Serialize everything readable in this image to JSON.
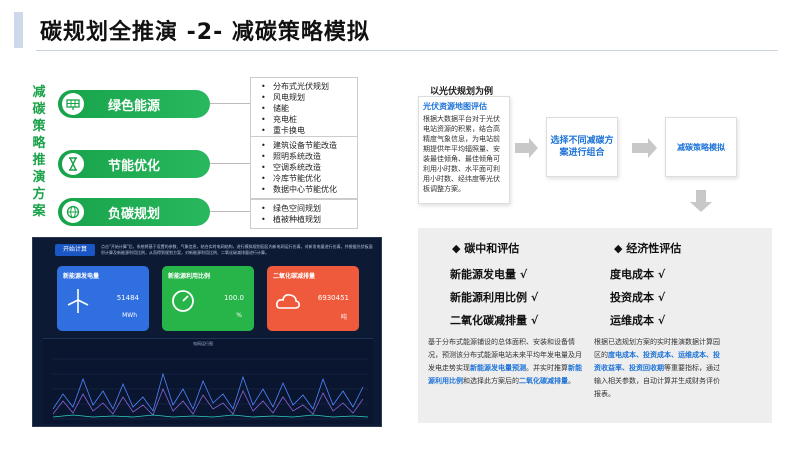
{
  "header": {
    "title": "碳规划全推演 -2- 减碳策略模拟"
  },
  "side_label": [
    "减",
    "碳",
    "策",
    "略",
    "推",
    "演",
    "方",
    "案"
  ],
  "categories": [
    {
      "label": "绿色能源",
      "icon": "solar-panel-icon",
      "items": [
        "分布式光伏规划",
        "风电规划",
        "储能",
        "充电桩",
        "重卡换电"
      ]
    },
    {
      "label": "节能优化",
      "icon": "hourglass-icon",
      "items": [
        "建筑设备节能改造",
        "照明系统改造",
        "空调系统改造",
        "冷库节能优化",
        "数据中心节能优化"
      ]
    },
    {
      "label": "负碳规划",
      "icon": "globe-icon",
      "items": [
        "绿色空间规划",
        "植被种植规划"
      ]
    }
  ],
  "flow": {
    "example_title": "以光伏规划为例",
    "card1_title": "光伏资源地图评估",
    "card1_body": "根据大数据平台对于光伏电站资源的积累，结合高精度气象信息，为电站前期提供年平均辐照量、安装最佳倾角、最佳倾角可利用小时数、水平面可利用小时数、经纬度等光伏板调整方案。",
    "card2_label": "选择不同减碳方案进行组合",
    "card3_label": "减碳策略模拟"
  },
  "screenshot": {
    "button": "开始计算",
    "note": "点击\"开始计算\"后，系统将基于设置的参数、气象信息，结合实时电网结构，进行模拟规划园区内新电网运行仿真，对新发电量进行仿真，并根据光伏板面积计算及新能源利用比例，从而得到规划方案，对新能源利用比例、二氧化碳减排量进行计算。",
    "tiles": [
      {
        "title": "新能源发电量",
        "value": "51484",
        "unit": "MWh",
        "color": "#2f6fe0",
        "icon": "wind-turbine-icon"
      },
      {
        "title": "新能源利用比例",
        "value": "100.0",
        "unit": "%",
        "color": "#27b54a",
        "icon": "gauge-icon"
      },
      {
        "title": "二氧化碳减排量",
        "value": "6930451",
        "unit": "吨",
        "color": "#f05a3c",
        "icon": "co2-cloud-icon"
      }
    ],
    "chart_title": "电网运行图"
  },
  "eval": {
    "left_heading": "碳中和评估",
    "left_items": [
      "新能源发电量 √",
      "新能源利用比例 √",
      "二氧化碳减排量 √"
    ],
    "left_desc_1": "基于分布式能源铺设的总体面积、安装和设备情况，预测该分布式能源电站未来平均年发电量及月发电走势实现",
    "left_desc_b1": "新能源发电量预测",
    "left_desc_2": "。并实时推算",
    "left_desc_b2": "新能源利用比例",
    "left_desc_3": "和选择此方案后的",
    "left_desc_b3": "二氧化碳减排量",
    "left_desc_4": "。",
    "right_heading": "经济性评估",
    "right_items": [
      "度电成本 √",
      "投资成本 √",
      "运维成本 √"
    ],
    "right_desc_1": "根据已选规划方案的实时推演数据计算园区的",
    "right_desc_b1": "度电成本、投资成本、运维成本、投资收益率、投资回收期",
    "right_desc_2": "等重要指标，通过输入相关参数，自动计算并生成财务评价报表。"
  }
}
